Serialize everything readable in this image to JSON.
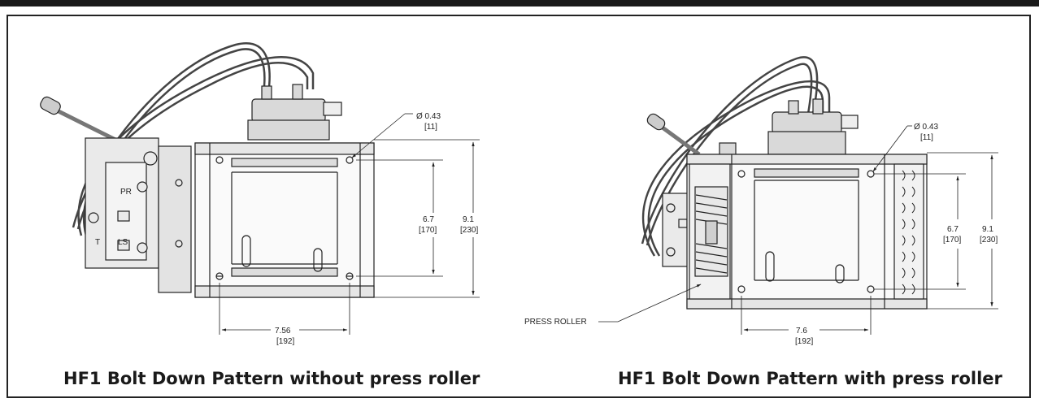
{
  "figures": [
    {
      "caption": "HF1 Bolt Down Pattern without press roller",
      "hole_diameter": "Ø 0.43",
      "hole_diameter_mm": "[11]",
      "inner_height": "6.7",
      "inner_height_mm": "[170]",
      "outer_height": "9.1",
      "outer_height_mm": "[230]",
      "width": "7.56",
      "width_mm": "[192]"
    },
    {
      "caption": "HF1 Bolt Down Pattern with press roller",
      "hole_diameter": "Ø 0.43",
      "hole_diameter_mm": "[11]",
      "inner_height": "6.7",
      "inner_height_mm": "[170]",
      "outer_height": "9.1",
      "outer_height_mm": "[230]",
      "width": "7.6",
      "width_mm": "[192]",
      "callout": "PRESS ROLLER"
    }
  ],
  "side_panel_labels": [
    "PR",
    "T",
    "LS"
  ]
}
